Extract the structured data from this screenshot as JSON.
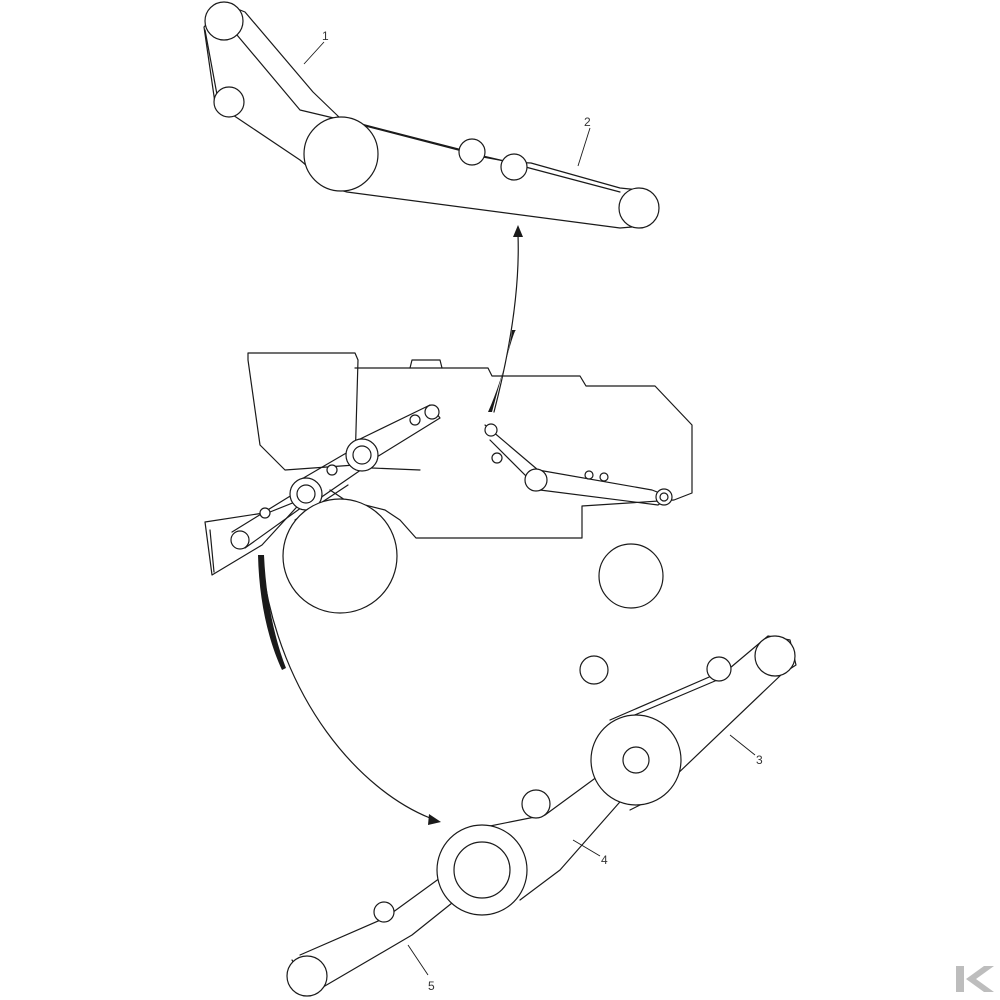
{
  "callouts": {
    "c1": "1",
    "c2": "2",
    "c3": "3",
    "c4": "4",
    "c5": "5"
  },
  "colors": {
    "line": "#1a1a1a",
    "logo": "#bdbdbd",
    "background": "#ffffff"
  },
  "logo": {
    "icon": "k-brand-logo",
    "text": "K"
  }
}
